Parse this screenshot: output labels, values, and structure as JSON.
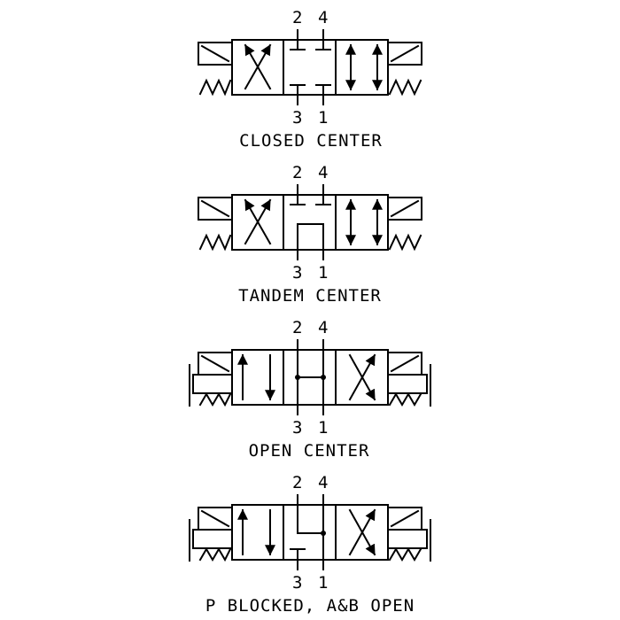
{
  "ports": {
    "top_left": "2",
    "top_right": "4",
    "bottom_left": "3",
    "bottom_right": "1"
  },
  "valves": [
    {
      "caption": "CLOSED CENTER"
    },
    {
      "caption": "TANDEM CENTER"
    },
    {
      "caption": "OPEN CENTER"
    },
    {
      "caption": "P BLOCKED, A&B OPEN"
    }
  ]
}
